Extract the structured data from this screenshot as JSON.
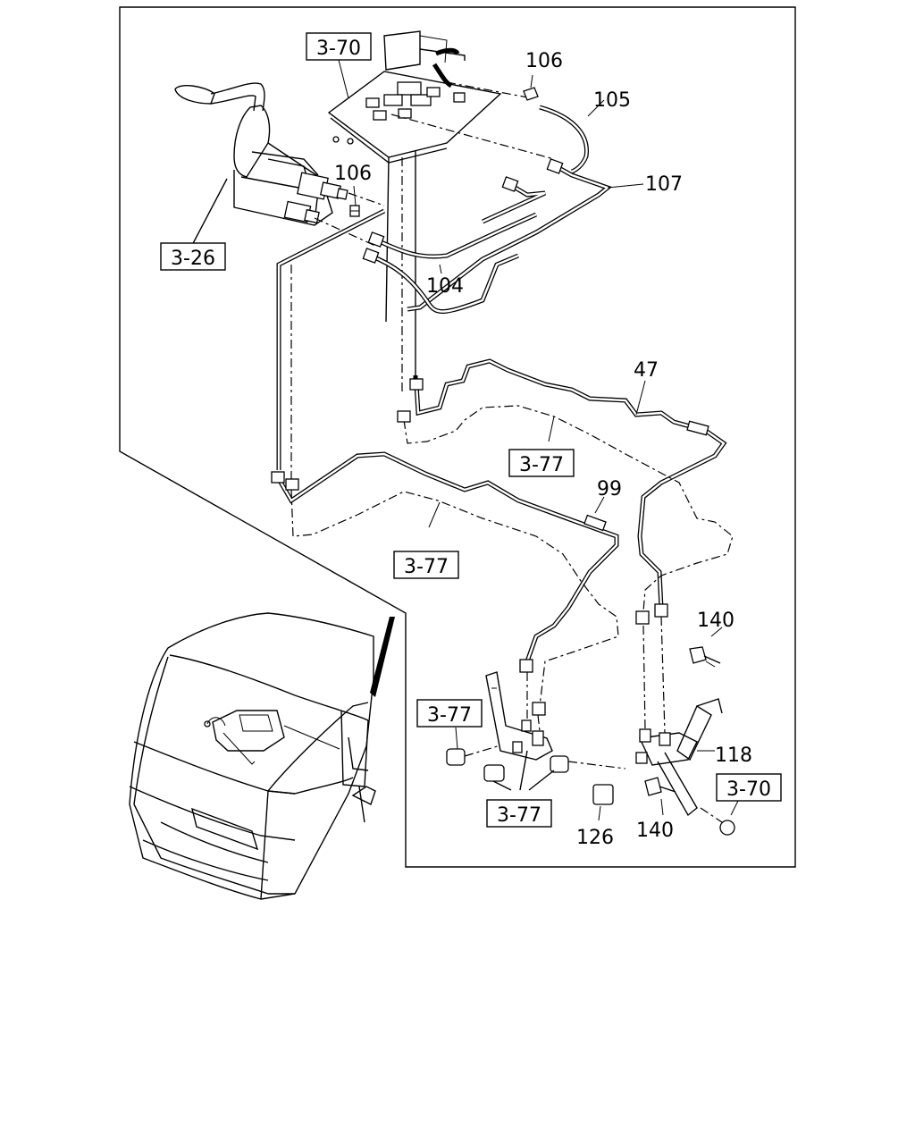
{
  "callouts": {
    "c106a": "106",
    "c105": "105",
    "c106b": "106",
    "c107": "107",
    "c104": "104",
    "c47": "47",
    "c99": "99",
    "c140a": "140",
    "c118": "118",
    "c126": "126",
    "c140b": "140"
  },
  "refs": {
    "r370a": "3-70",
    "r326": "3-26",
    "r377a": "3-77",
    "r377b": "3-77",
    "r377c": "3-77",
    "r377d": "3-77",
    "r370b": "3-70"
  }
}
